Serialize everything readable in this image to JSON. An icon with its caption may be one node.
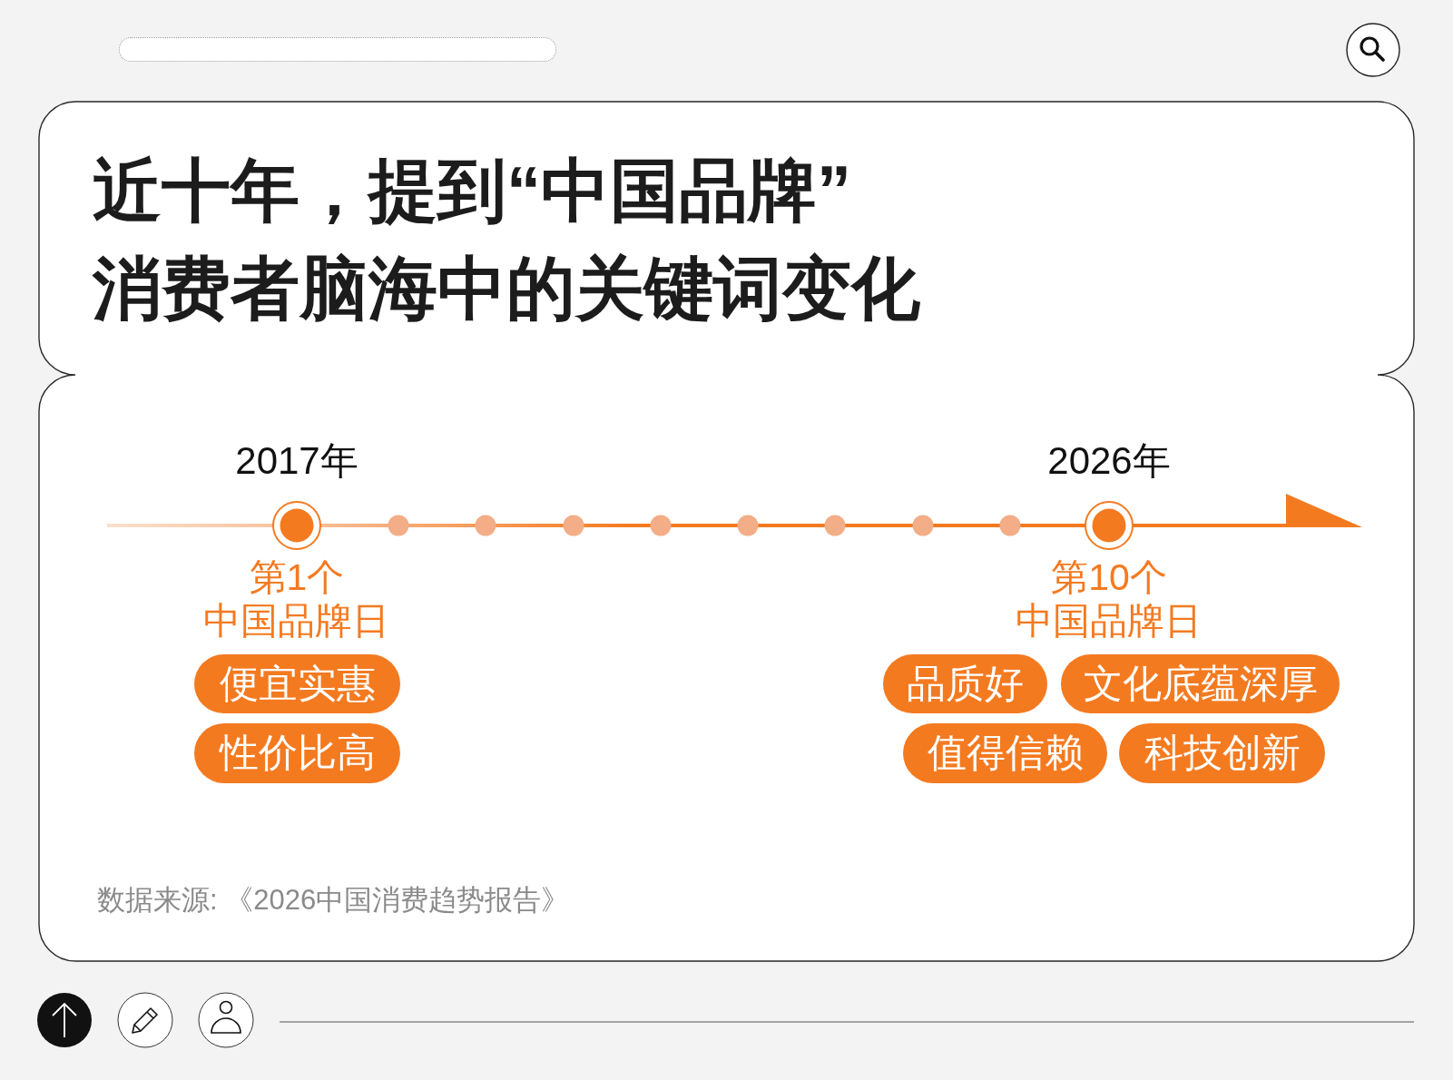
{
  "diagram": {
    "title": "近十年，提到“中国品牌”消费者脑海中的关键词变化",
    "caption": "数据来源: 《2026中国消费趋势报告》",
    "nodes": [
      {
        "text": [
          "便宜实惠"
        ]
      },
      {
        "text": [
          "性价比高"
        ]
      },
      {
        "text": [
          "品质好"
        ]
      },
      {
        "text": [
          "文化底蕴深厚"
        ]
      },
      {
        "text": [
          "值得信赖"
        ]
      },
      {
        "text": [
          "科技创新"
        ]
      }
    ],
    "labels": [
      "2017年",
      "2026年",
      "第1个中国品牌日",
      "第10个中国品牌日"
    ]
  }
}
